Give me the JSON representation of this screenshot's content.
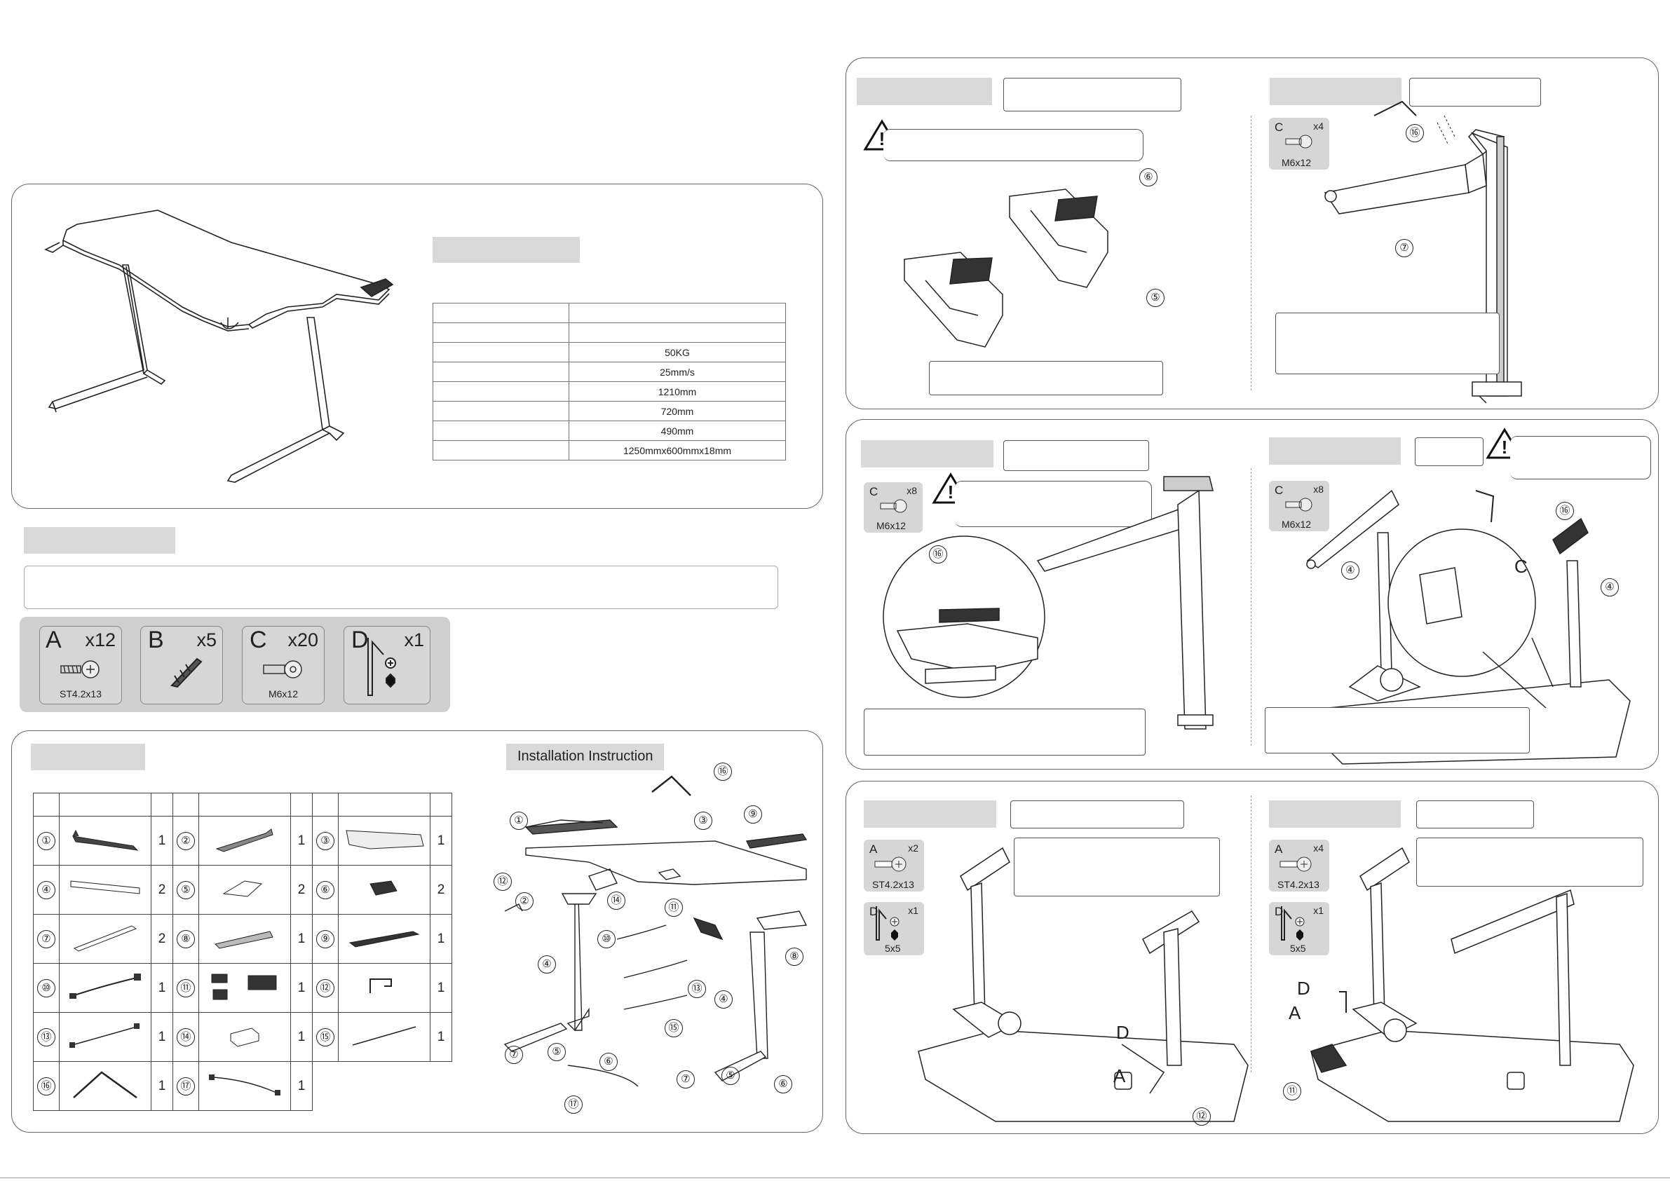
{
  "specs": {
    "rows": [
      {
        "label": "",
        "value": ""
      },
      {
        "label": "",
        "value": ""
      },
      {
        "label": "",
        "value": "50KG"
      },
      {
        "label": "",
        "value": "25mm/s"
      },
      {
        "label": "",
        "value": "1210mm"
      },
      {
        "label": "",
        "value": "720mm"
      },
      {
        "label": "",
        "value": "490mm"
      },
      {
        "label": "",
        "value": "1250mmx600mmx18mm"
      }
    ]
  },
  "hardware": [
    {
      "letter": "A",
      "qty": "x12",
      "label": "ST4.2x13",
      "icon": "screw-icon"
    },
    {
      "letter": "B",
      "qty": "x5",
      "label": "",
      "icon": "cable-clip-icon"
    },
    {
      "letter": "C",
      "qty": "x20",
      "label": "M6x12",
      "icon": "bolt-icon"
    },
    {
      "letter": "D",
      "qty": "x1",
      "label": "",
      "icon": "allen-key-icon"
    }
  ],
  "parts": {
    "rows": [
      [
        {
          "n": "①",
          "q": "1"
        },
        {
          "n": "②",
          "q": "1"
        },
        {
          "n": "③",
          "q": "1"
        }
      ],
      [
        {
          "n": "④",
          "q": "2"
        },
        {
          "n": "⑤",
          "q": "2"
        },
        {
          "n": "⑥",
          "q": "2"
        }
      ],
      [
        {
          "n": "⑦",
          "q": "2"
        },
        {
          "n": "⑧",
          "q": "1"
        },
        {
          "n": "⑨",
          "q": "1"
        }
      ],
      [
        {
          "n": "⑩",
          "q": "1"
        },
        {
          "n": "⑪",
          "q": "1"
        },
        {
          "n": "⑫",
          "q": "1"
        }
      ],
      [
        {
          "n": "⑬",
          "q": "1"
        },
        {
          "n": "⑭",
          "q": "1"
        },
        {
          "n": "⑮",
          "q": "1"
        }
      ],
      [
        {
          "n": "⑯",
          "q": "1"
        },
        {
          "n": "⑰",
          "q": "1"
        }
      ]
    ]
  },
  "installation": {
    "title": "Installation Instruction",
    "callouts": [
      "①",
      "②",
      "③",
      "④",
      "④",
      "⑤",
      "⑤",
      "⑥",
      "⑥",
      "⑦",
      "⑦",
      "⑧",
      "⑨",
      "⑩",
      "⑪",
      "⑫",
      "⑬",
      "⑭",
      "⑮",
      "⑯",
      "⑰"
    ]
  },
  "steps": {
    "s1": {
      "callouts": [
        "⑥",
        "⑤"
      ]
    },
    "s2": {
      "chip": {
        "letter": "C",
        "qty": "x4",
        "label": "M6x12"
      },
      "callouts": [
        "⑯",
        "⑦"
      ]
    },
    "s3": {
      "chip": {
        "letter": "C",
        "qty": "x8",
        "label": "M6x12"
      },
      "callouts": [
        "⑯"
      ]
    },
    "s4": {
      "chip": {
        "letter": "C",
        "qty": "x8",
        "label": "M6x12"
      },
      "callouts": [
        "④",
        "⑯",
        "④"
      ],
      "letter": "C"
    },
    "s5": {
      "chips": [
        {
          "letter": "A",
          "qty": "x2",
          "label": "ST4.2x13"
        },
        {
          "letter": "D",
          "qty": "x1",
          "label": "5x5"
        }
      ],
      "letters": [
        "D",
        "A"
      ],
      "callouts": [
        "⑫"
      ]
    },
    "s6": {
      "chips": [
        {
          "letter": "A",
          "qty": "x4",
          "label": "ST4.2x13"
        },
        {
          "letter": "D",
          "qty": "x1",
          "label": "5x5"
        }
      ],
      "letters": [
        "D",
        "A"
      ],
      "callouts": [
        "⑪"
      ]
    }
  }
}
